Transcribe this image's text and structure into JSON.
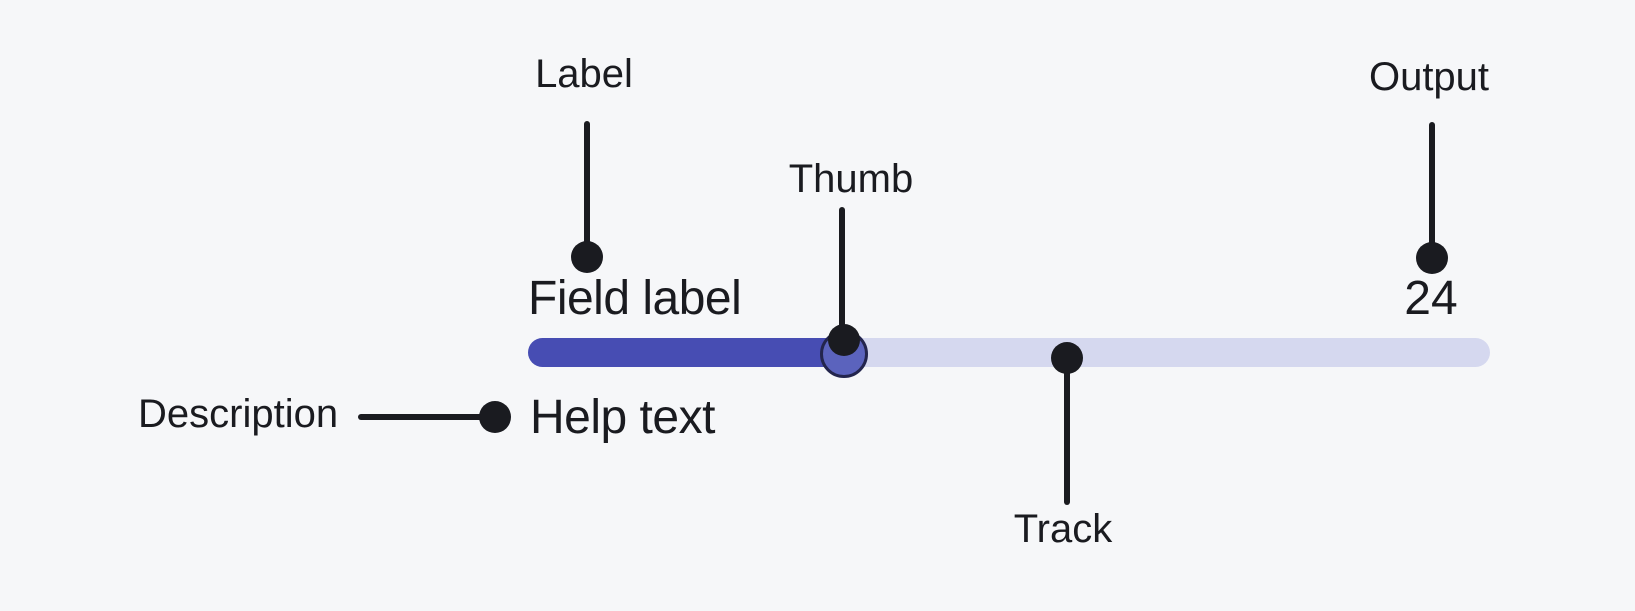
{
  "colors": {
    "bg": "#f6f7f9",
    "ink": "#1a1b20",
    "track": "#d5d8ef",
    "fill": "#474db3",
    "thumb": "#5b63bd",
    "thumb-border": "#23254d"
  },
  "slider": {
    "label": "Field label",
    "value": "24",
    "help_text": "Help text"
  },
  "annotations": {
    "label": {
      "text": "Label"
    },
    "thumb": {
      "text": "Thumb"
    },
    "output": {
      "text": "Output"
    },
    "track": {
      "text": "Track"
    },
    "description": {
      "text": "Description"
    }
  }
}
